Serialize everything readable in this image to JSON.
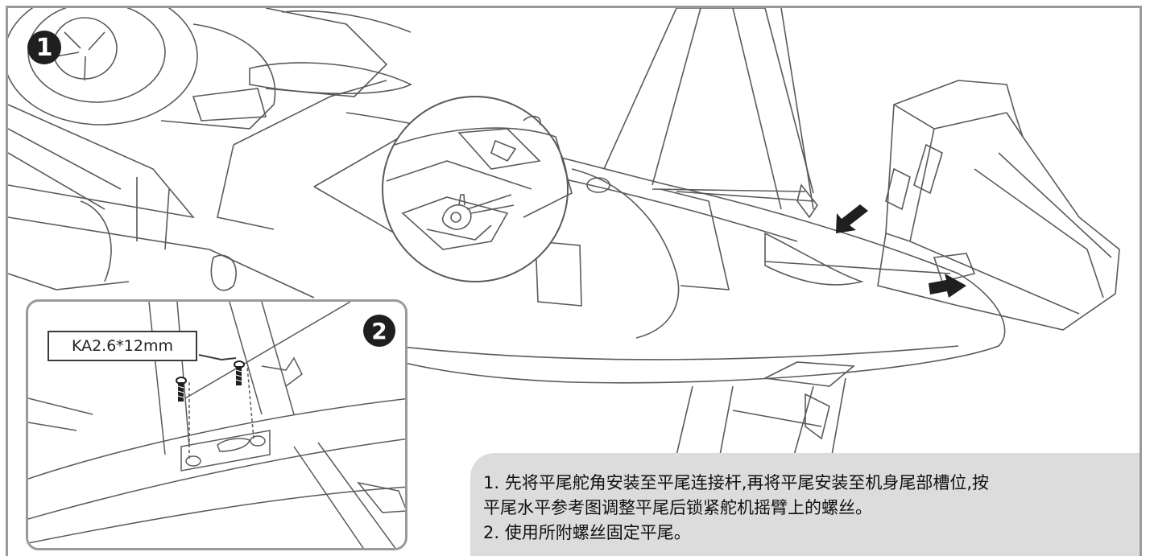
{
  "steps": {
    "step1_number": "1",
    "step2_number": "2"
  },
  "callout": {
    "screw_spec": "KA2.6*12mm"
  },
  "instructions": {
    "line1": "1. 先将平尾舵角安装至平尾连接杆,再将平尾安装至机身尾部槽位,按",
    "line2": "平尾水平参考图调整平尾后锁紧舵机摇臂上的螺丝。",
    "line3": "2. 使用所附螺丝固定平尾。"
  },
  "colors": {
    "frame_border": "#9a9a9a",
    "badge_fill": "#1f1f1f",
    "text_panel_bg": "#dcdcdc",
    "line_art": "#5a5a5a"
  },
  "icons": {
    "arrow_in": "arrow-pointing-down-left",
    "arrow_out": "arrow-pointing-right",
    "screw": "screw-icon"
  }
}
